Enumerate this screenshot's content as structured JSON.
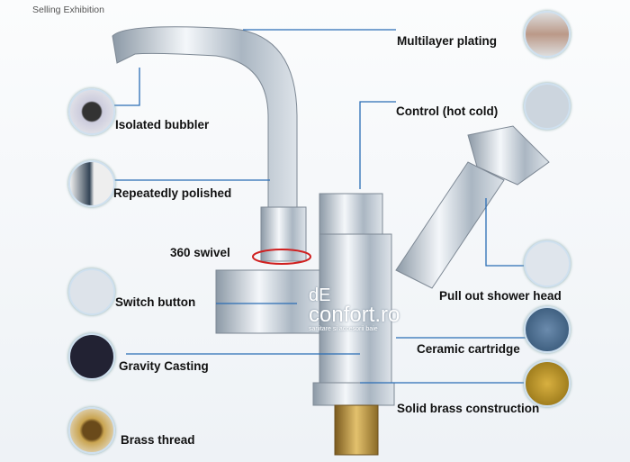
{
  "header": "Selling Exhibition",
  "left_labels": [
    "Isolated bubbler",
    "Repeatedly polished",
    "360 swivel",
    "Switch button",
    "Gravity Casting",
    "Brass thread"
  ],
  "right_labels": [
    "Multilayer plating",
    "Control (hot cold)",
    "Pull out shower head",
    "Ceramic cartridge",
    "Solid brass construction"
  ],
  "watermark": {
    "line1": "dE",
    "line2": "confort.ro",
    "line3": "sanitare si accesorii baie"
  },
  "colors": {
    "line": "#2a6db5",
    "chrome": "#c9d3dc",
    "brass": "#b8913a"
  }
}
